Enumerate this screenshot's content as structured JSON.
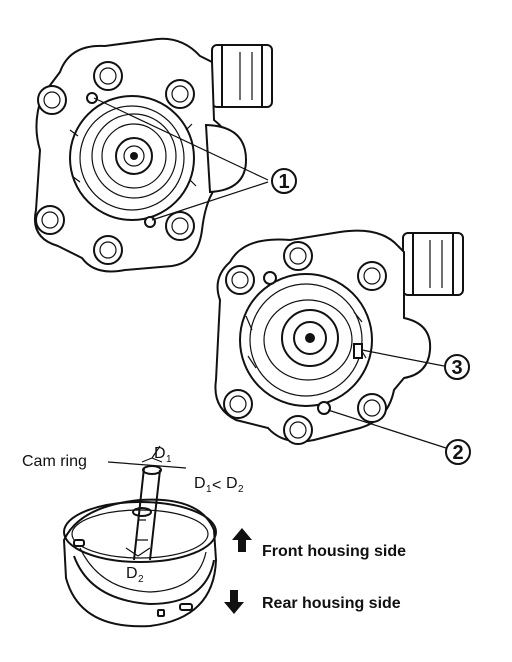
{
  "callouts": {
    "one": "1",
    "two": "2",
    "three": "3"
  },
  "cam_ring": {
    "label": "Cam ring",
    "d1_letter": "D",
    "d1_sub": "1",
    "d2_letter": "D",
    "d2_sub": "2",
    "relation": {
      "left_letter": "D",
      "left_sub": "1",
      "operator": "<",
      "right_letter": "D",
      "right_sub": "2"
    }
  },
  "directions": {
    "front": "Front housing side",
    "rear": "Rear housing side"
  },
  "colors": {
    "ink": "#111111",
    "paper": "#ffffff"
  },
  "icons": [
    "arrow-up-icon",
    "arrow-down-icon"
  ]
}
